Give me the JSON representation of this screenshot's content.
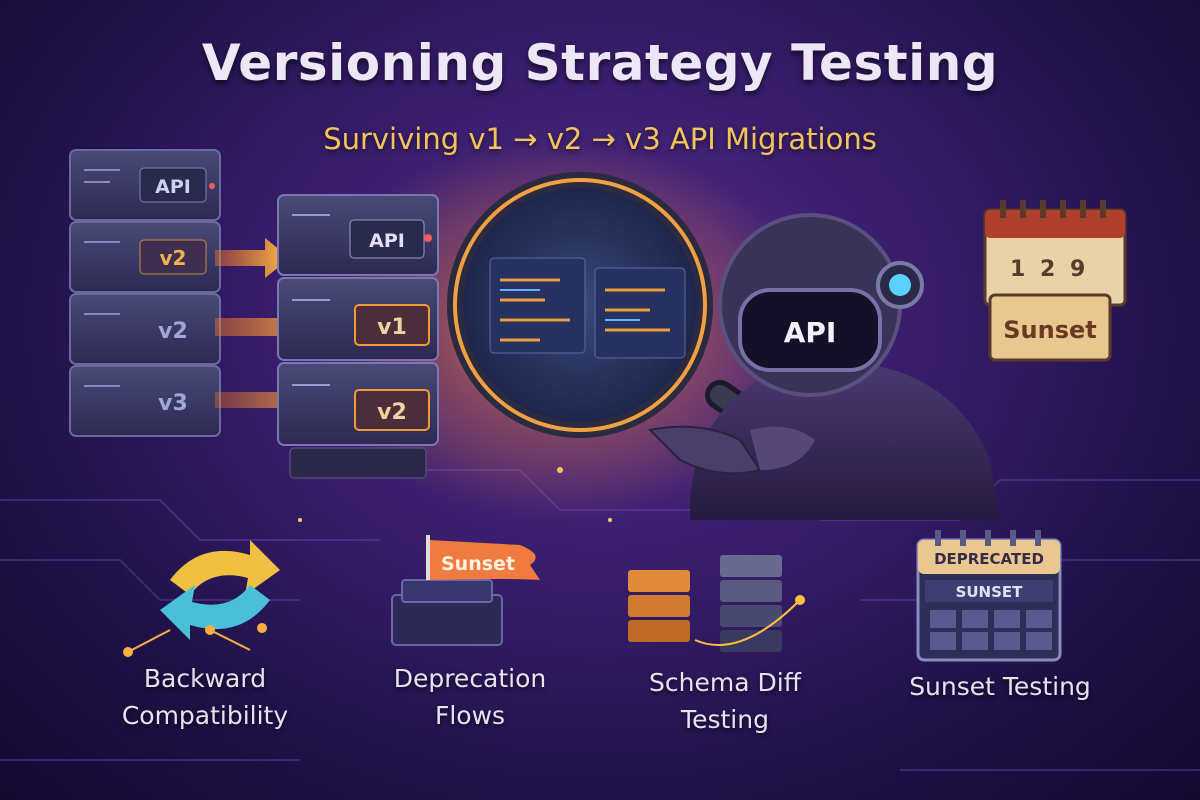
{
  "title": "Versioning Strategy Testing",
  "subtitle": "Surviving v1 → v2 → v3 API Migrations",
  "left_stack": {
    "labels": [
      "API",
      "v2",
      "v2",
      "v3"
    ]
  },
  "right_stack": {
    "labels": [
      "API",
      "v1",
      "v2"
    ]
  },
  "robot": {
    "visor_label": "API"
  },
  "calendar_top": {
    "digits": [
      "1",
      "2",
      "9"
    ],
    "banner": "Sunset"
  },
  "flag": {
    "label": "Sunset"
  },
  "calendar_bottom": {
    "header": "DEPRECATED",
    "strip": "SUNSET"
  },
  "features": [
    {
      "line1": "Backward",
      "line2": "Compatibility"
    },
    {
      "line1": "Deprecation",
      "line2": "Flows"
    },
    {
      "line1": "Schema Diff",
      "line2": "Testing"
    },
    {
      "line1": "Sunset Testing",
      "line2": ""
    }
  ],
  "colors": {
    "title": "#ece6f6",
    "subtitle": "#f3c45a",
    "accent_orange": "#f08a2a",
    "background": "#2a1658"
  }
}
